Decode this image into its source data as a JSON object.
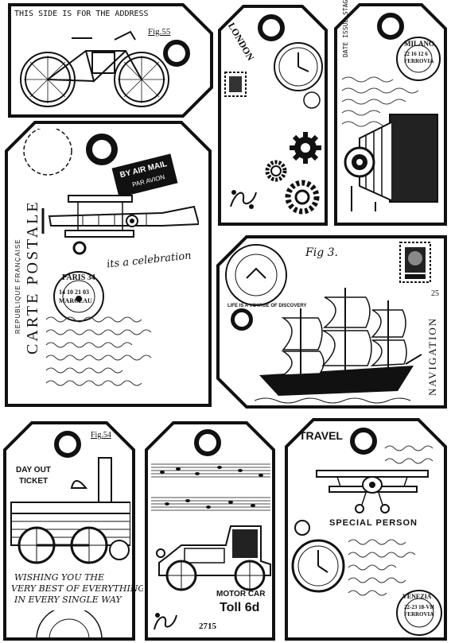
{
  "tags": {
    "bicycle": {
      "heading": "THIS SIDE IS FOR THE ADDRESS",
      "fig": "Fig.55"
    },
    "clock": {
      "stamp_text": "LONDON"
    },
    "camera": {
      "side_text": "DATE ISSUE STAGE",
      "stamp_city": "MILANO",
      "stamp_date": "22 16 12 6 FERROVIA"
    },
    "postcard": {
      "badge_title": "BY AIR MAIL",
      "badge_sub": "PAR AVION",
      "vertical_small": "REPUBLIQUE FRANÇAISE",
      "vertical_large": "CARTE POSTALE",
      "script_line": "its a celebration",
      "stamp_city": "PARIS 34",
      "stamp_lines": "14 10 21 03 MARCEAU"
    },
    "navigation": {
      "fig": "Fig 3.",
      "round_stamp": "LIFE IS A VOYAGE OF DISCOVERY",
      "side_text": "NAVIGATION",
      "stamp_number": "25"
    },
    "train": {
      "fig": "Fig.54",
      "title_line1": "DAY OUT",
      "title_line2": "TICKET",
      "wish_line1": "WISHING YOU THE",
      "wish_line2": "VERY BEST OF EVERYTHING",
      "wish_line3": "IN EVERY SINGLE WAY"
    },
    "motorcar": {
      "label_line1": "MOTOR CAR",
      "label_line2": "Toll 6d",
      "number": "2715"
    },
    "travel": {
      "title": "TRAVEL",
      "subtitle": "SPECIAL PERSON",
      "stamp_city": "VENEZIA",
      "stamp_lines": "22-23 18-VII FERROVIA"
    }
  }
}
